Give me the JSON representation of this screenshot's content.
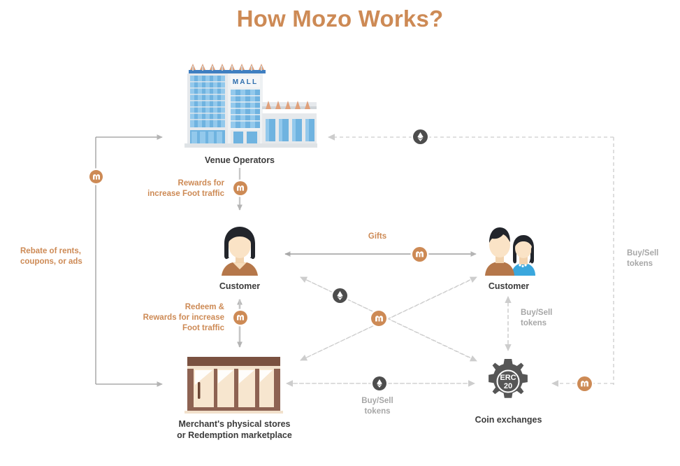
{
  "page": {
    "title": "How Mozo Works?",
    "title_color": "#cd8a55",
    "background": "#ffffff"
  },
  "colors": {
    "accent_orange": "#cd8a55",
    "token_mozo": "#cd8a55",
    "token_eth": "#4d4d4d",
    "label_dark": "#3b3b3b",
    "label_gray": "#a7a7a7",
    "wire_solid": "#9a9a9a",
    "wire_dashed": "#c9c9c9"
  },
  "nodes": {
    "venue_operators": {
      "label": "Venue Operators",
      "icon": "shopping-mall-icon",
      "sign_text": "MALL"
    },
    "customer_single": {
      "label": "Customer",
      "icon": "customer-avatar-icon"
    },
    "customer_couple": {
      "label": "Customer",
      "icon": "customer-couple-avatar-icon"
    },
    "merchant_store": {
      "label": "Merchant's physical stores\nor Redemption marketplace",
      "icon": "storefront-icon"
    },
    "coin_exchanges": {
      "label": "Coin exchanges",
      "icon": "gear-icon",
      "badge_text": "ERC\n20"
    }
  },
  "edge_labels": {
    "rebate": "Rebate of rents,\ncoupons, or ads",
    "rewards_foot_traffic": "Rewards for\nincrease Foot traffic",
    "redeem_rewards": "Redeem &\nRewards for increase\nFoot traffic",
    "gifts": "Gifts",
    "buy_sell_right": "Buy/Sell\ntokens",
    "buy_sell_middle": "Buy/Sell\ntokens",
    "buy_sell_bottom": "Buy/Sell\ntokens"
  },
  "badges": [
    {
      "id": "mozo-badge-left-rail",
      "type": "mozo",
      "glyph": "mozo-token-icon"
    },
    {
      "id": "mozo-badge-venue-customer",
      "type": "mozo",
      "glyph": "mozo-token-icon"
    },
    {
      "id": "mozo-badge-customer-store",
      "type": "mozo",
      "glyph": "mozo-token-icon"
    },
    {
      "id": "mozo-badge-gifts",
      "type": "mozo",
      "glyph": "mozo-token-icon"
    },
    {
      "id": "mozo-badge-center-cross",
      "type": "mozo",
      "glyph": "mozo-token-icon"
    },
    {
      "id": "mozo-badge-exchange-right",
      "type": "mozo",
      "glyph": "mozo-token-icon"
    },
    {
      "id": "eth-badge-top-rail",
      "type": "eth",
      "glyph": "ethereum-token-icon"
    },
    {
      "id": "eth-badge-cross-upper",
      "type": "eth",
      "glyph": "ethereum-token-icon"
    },
    {
      "id": "eth-badge-bottom-rail",
      "type": "eth",
      "glyph": "ethereum-token-icon"
    }
  ]
}
